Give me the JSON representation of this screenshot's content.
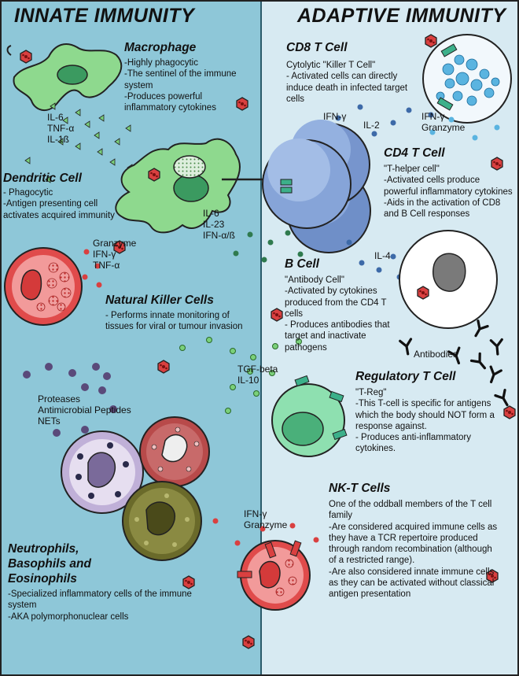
{
  "innate": {
    "title": "INNATE IMMUNITY",
    "macrophage": {
      "title": "Macrophage",
      "desc": "-Highly phagocytic\n-The sentinel of the immune system\n-Produces powerful inflammatory cytokines",
      "cytokines": "IL-6\nTNF-α\nIL-1ß"
    },
    "dendritic": {
      "title": "Dendritic Cell",
      "desc": "- Phagocytic\n-Antigen presenting cell activates acquired immunity",
      "cytokines": "IL-6\nIL-23\nIFN-α/ß"
    },
    "nk": {
      "title": "Natural Killer Cells",
      "desc": "- Performs innate monitoring of tissues for viral or tumour invasion",
      "cytokines": "Granzyme\nIFN-γ\nTNF-α"
    },
    "granulocytes": {
      "title": "Neutrophils,\nBasophils and\nEosinophils",
      "desc": "-Specialized inflammatory cells of the immune system\n-AKA polymorphonuclear cells",
      "products": "Proteases\nAntimicrobial Peptides\nNETs"
    }
  },
  "adaptive": {
    "title": "ADAPTIVE IMMUNITY",
    "cd8": {
      "title": "CD8 T Cell",
      "desc": "Cytolytic \"Killer T Cell\"\n- Activated cells can directly induce death in infected target cells",
      "cyt_ifn": "IFN-γ",
      "cyt_il2": "IL-2",
      "cyt_right": "IFN-γ\nGranzyme"
    },
    "cd4": {
      "title": "CD4 T Cell",
      "desc": "\"T-helper cell\"\n-Activated cells produce powerful inflammatory cytokines\n-Aids in the activation of CD8 and B Cell responses",
      "cyt_il4": "IL-4"
    },
    "bcell": {
      "title": "B Cell",
      "desc": "\"Antibody Cell\"\n-Activated by cytokines produced from the CD4 T cells\n- Produces antibodies that target and inactivate pathogens",
      "antibodies": "Antibodies"
    },
    "treg": {
      "title": "Regulatory T Cell",
      "desc": "\"T-Reg\"\n-This T-cell is specific for antigens which the body should NOT form a response against.\n- Produces anti-inflammatory cytokines.",
      "cytokines": "TGF-beta\nIL-10"
    },
    "nkt": {
      "title": "NK-T Cells",
      "desc": "One of the oddball members of the T cell family\n-Are considered acquired immune cells as they have a TCR repertoire produced through random recombination (although of a restricted range).\n-Are also considered innate immune cells as they can be activated without classical antigen presentation",
      "cytokines": "IFN-γ\nGranzyme"
    }
  },
  "colors": {
    "innate_bg": "#8ec7d8",
    "adaptive_bg": "#d7eaf2",
    "macrophage": "#8ed98e",
    "tcell": "#88a8dc",
    "nk": "#e04b4b",
    "virus": "#d94040"
  },
  "icons": [
    "virus-icon",
    "antibody-icon",
    "tcr-receptor-icon"
  ]
}
